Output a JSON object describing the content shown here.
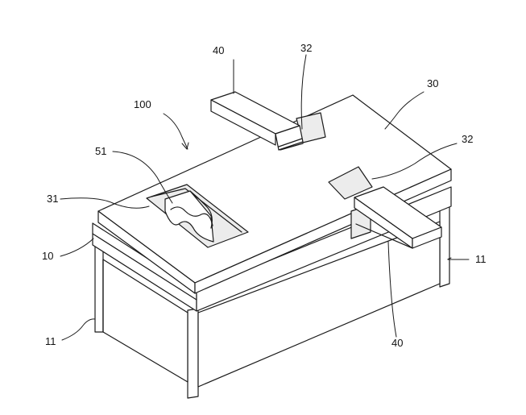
{
  "labels": {
    "workbench": "100",
    "cover": "30",
    "frame": "10",
    "leg": "11",
    "slot": "31",
    "opening": "32",
    "chute": "40",
    "tray": "51"
  }
}
